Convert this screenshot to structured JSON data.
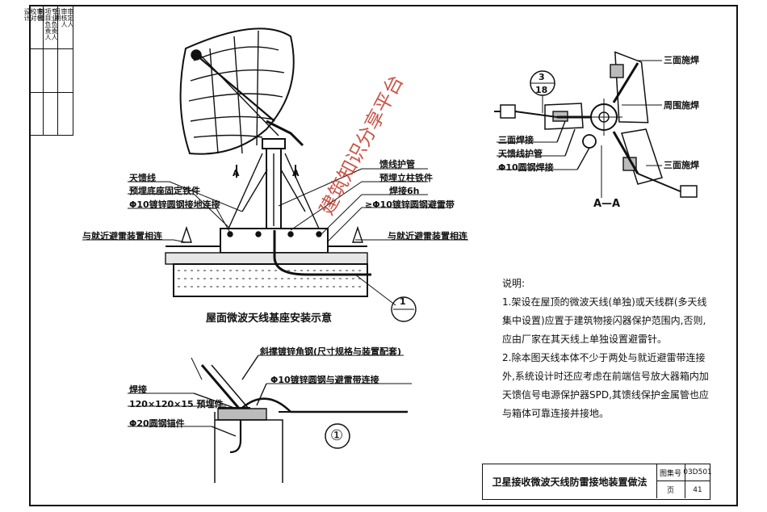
{
  "sidebar": {
    "col1": [
      "审核",
      "校对",
      "设计"
    ],
    "col2": [
      "专业负责人",
      "项目负责人",
      "制图"
    ],
    "col3": [
      "审定人",
      "审核人",
      "日期"
    ]
  },
  "top_section": {
    "labels": {
      "feedline": "天馈线",
      "base_anchor": "预埋底座固定铁件",
      "ground_phi10": "Φ10镀锌圆钢接地连接",
      "connect_left": "与就近避雷装置相连",
      "waveguide_sleeve": "馈线护管",
      "embedded_column": "预埋立柱铁件",
      "weld_6h": "焊接6h",
      "phi10_strip": "≥Φ10镀锌圆钢避雷带",
      "connect_right": "与就近避雷装置相连",
      "section_a": "A"
    },
    "caption": "屋面微波天线基座安装示意",
    "callout_1": "1"
  },
  "detail_1": {
    "labels": {
      "angle_steel": "斜撑镀锌角钢(尺寸规格与装置配套)",
      "phi10_link": "Φ10镀锌圆钢与避雷带连接",
      "weld": "焊接",
      "embed_plate": "120×120×15  预埋件",
      "phi20": "Φ20圆钢锚件"
    },
    "marker": "①"
  },
  "section_aa": {
    "labels": {
      "three_side_weld_top": "三面施焊",
      "around_weld": "周围施焊",
      "three_side_weld_bottom": "三面施焊",
      "three_side_weld_left": "三面焊接",
      "feed_sleeve": "天馈线护管",
      "phi10_ground": "Φ10圆钢焊接"
    },
    "callout_num": "3",
    "callout_sheet": "18",
    "caption": "A—A"
  },
  "notes": {
    "heading": "说明:",
    "items": [
      "1.架设在屋顶的微波天线(单独)或天线群(多天线集中设置)应置于建筑物接闪器保护范围内,否则,应由厂家在其天线上单独设置避雷针。",
      "2.除本图天线本体不少于两处与就近避雷带连接外,系统设计时还应考虑在前端信号放大器箱内加天馈信号电源保护器SPD,其馈线保护金属管也应与箱体可靠连接并接地。"
    ]
  },
  "title_block": {
    "title": "卫星接收微波天线防雷接地装置做法",
    "atlas_label": "图集号",
    "atlas_value": "03D501",
    "page_label": "页",
    "page_value": "41"
  },
  "watermark": "建筑知识分享平台"
}
